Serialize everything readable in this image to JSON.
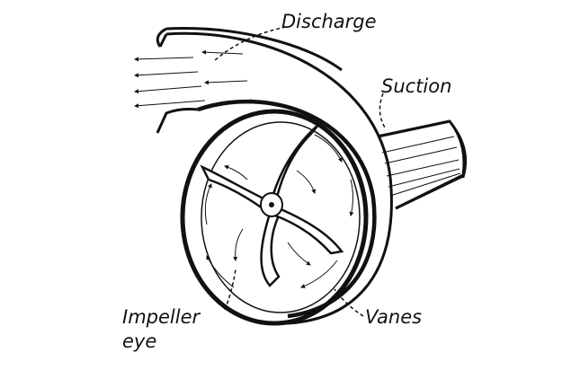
{
  "labels": {
    "discharge": "Discharge",
    "suction": "Suction",
    "impeller": "Impeller",
    "eye": "eye",
    "vanes": "Vanes"
  },
  "colors": {
    "ink": "#111111",
    "background": "#ffffff"
  }
}
